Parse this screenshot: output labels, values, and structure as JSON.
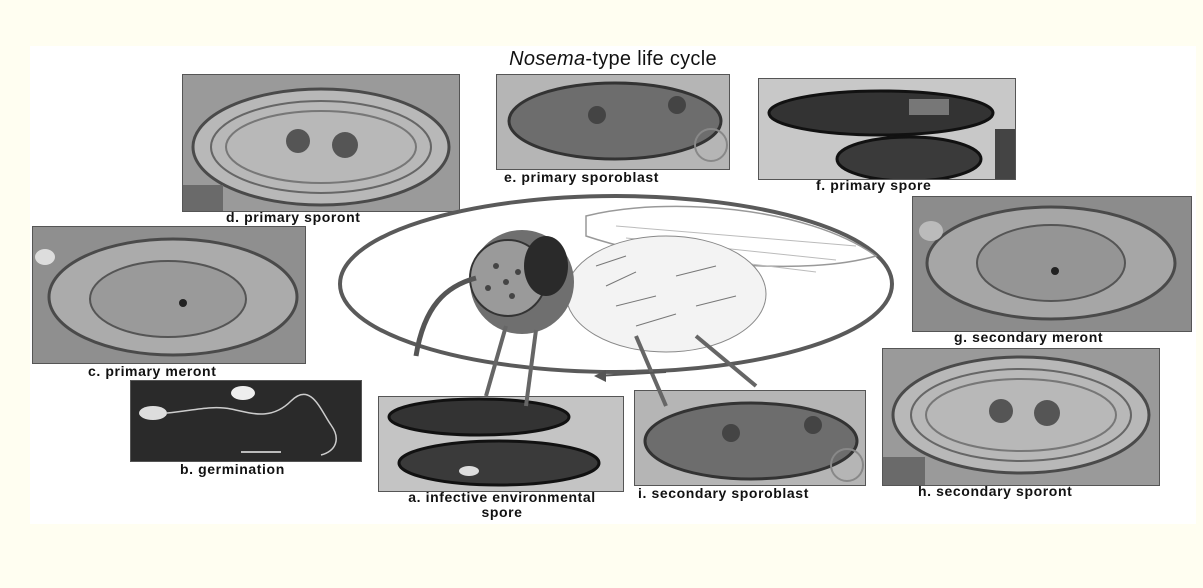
{
  "figure": {
    "title_italic": "Nosema",
    "title_rest": "-type life cycle",
    "stages": {
      "a": "a. infective environmental spore",
      "a_line1": "a. infective environmental",
      "a_line2": "spore",
      "b": "b. germination",
      "c": "c. primary meront",
      "d": "d. primary sporont",
      "e": "e. primary sporoblast",
      "f": "f. primary spore",
      "g": "g. secondary meront",
      "h": "h. secondary sporont",
      "i": "i. secondary sporoblast"
    }
  }
}
